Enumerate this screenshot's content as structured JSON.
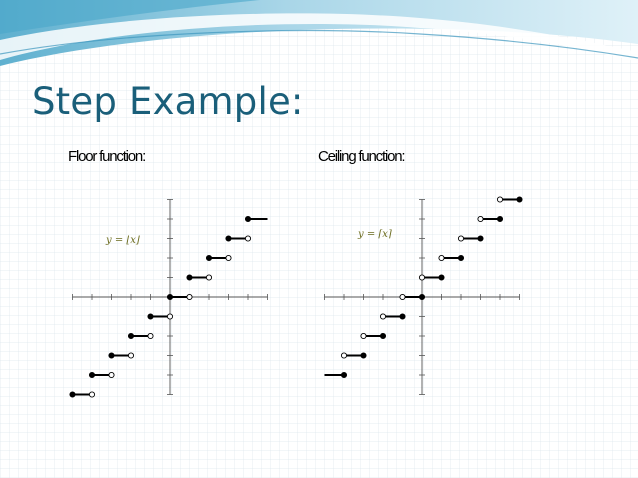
{
  "slide": {
    "title": "Step Example:",
    "colors": {
      "title": "#1a5f7a",
      "banner_light": "#dff1f8",
      "banner_mid": "#a9d6e8",
      "banner_dark": "#5fb0cf",
      "grid": "#dde6ec",
      "formula": "#6b6b1e"
    }
  },
  "chart_data": [
    {
      "type": "line",
      "title": "Floor function:",
      "annotation": "y = ⌊x⌋",
      "xlim": [
        -5,
        5
      ],
      "ylim": [
        -5,
        5
      ],
      "grid": false,
      "series": [
        {
          "x": [
            -5,
            -4
          ],
          "y": [
            -5,
            -5
          ],
          "closed_end": "left"
        },
        {
          "x": [
            -4,
            -3
          ],
          "y": [
            -4,
            -4
          ],
          "closed_end": "left"
        },
        {
          "x": [
            -3,
            -2
          ],
          "y": [
            -3,
            -3
          ],
          "closed_end": "left"
        },
        {
          "x": [
            -2,
            -1
          ],
          "y": [
            -2,
            -2
          ],
          "closed_end": "left"
        },
        {
          "x": [
            -1,
            0
          ],
          "y": [
            -1,
            -1
          ],
          "closed_end": "left"
        },
        {
          "x": [
            0,
            1
          ],
          "y": [
            0,
            0
          ],
          "closed_end": "left"
        },
        {
          "x": [
            1,
            2
          ],
          "y": [
            1,
            1
          ],
          "closed_end": "left"
        },
        {
          "x": [
            2,
            3
          ],
          "y": [
            2,
            2
          ],
          "closed_end": "left"
        },
        {
          "x": [
            3,
            4
          ],
          "y": [
            3,
            3
          ],
          "closed_end": "left"
        },
        {
          "x": [
            4,
            5
          ],
          "y": [
            4,
            4
          ],
          "closed_end": "left"
        }
      ]
    },
    {
      "type": "line",
      "title": "Ceiling function:",
      "annotation": "y = ⌈x⌉",
      "xlim": [
        -5,
        5
      ],
      "ylim": [
        -5,
        5
      ],
      "grid": false,
      "series": [
        {
          "x": [
            -5,
            -4
          ],
          "y": [
            -4,
            -4
          ],
          "closed_end": "right"
        },
        {
          "x": [
            -4,
            -3
          ],
          "y": [
            -3,
            -3
          ],
          "closed_end": "right"
        },
        {
          "x": [
            -3,
            -2
          ],
          "y": [
            -2,
            -2
          ],
          "closed_end": "right"
        },
        {
          "x": [
            -2,
            -1
          ],
          "y": [
            -1,
            -1
          ],
          "closed_end": "right"
        },
        {
          "x": [
            -1,
            0
          ],
          "y": [
            0,
            0
          ],
          "closed_end": "right"
        },
        {
          "x": [
            0,
            1
          ],
          "y": [
            1,
            1
          ],
          "closed_end": "right"
        },
        {
          "x": [
            1,
            2
          ],
          "y": [
            2,
            2
          ],
          "closed_end": "right"
        },
        {
          "x": [
            2,
            3
          ],
          "y": [
            3,
            3
          ],
          "closed_end": "right"
        },
        {
          "x": [
            3,
            4
          ],
          "y": [
            4,
            4
          ],
          "closed_end": "right"
        },
        {
          "x": [
            4,
            5
          ],
          "y": [
            5,
            5
          ],
          "closed_end": "right"
        }
      ]
    }
  ]
}
